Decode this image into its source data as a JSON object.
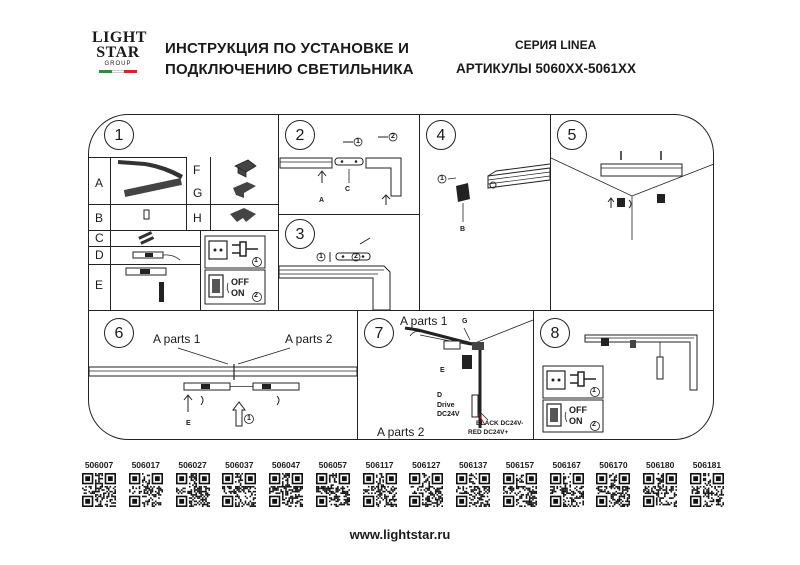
{
  "brand": {
    "line1": "LIGHT",
    "line2": "STAR",
    "line3": "GROUP",
    "flag_colors": [
      "#2e8b3a",
      "#ffffff",
      "#d22"
    ]
  },
  "header": {
    "title_line1": "ИНСТРУКЦИЯ ПО УСТАНОВКЕ И",
    "title_line2": "ПОДКЛЮЧЕНИЮ СВЕТИЛЬНИКА",
    "series": "СЕРИЯ LINEA",
    "articles": "АРТИКУЛЫ 5060XX-5061XX"
  },
  "steps": {
    "s1": {
      "num": "1",
      "rows": [
        "A",
        "B",
        "C",
        "D",
        "E"
      ],
      "rows_right": [
        "F",
        "G",
        "H"
      ],
      "off": "OFF",
      "on": "ON",
      "c1": "1",
      "c2": "2"
    },
    "s2": {
      "num": "2",
      "a": "A",
      "c": "C",
      "c1": "1",
      "c2": "2"
    },
    "s3": {
      "num": "3",
      "c1": "1",
      "c2": "2"
    },
    "s4": {
      "num": "4",
      "b": "B",
      "c1": "1"
    },
    "s5": {
      "num": "5"
    },
    "s6": {
      "num": "6",
      "parts1": "A parts 1",
      "parts2": "A parts 2",
      "e": "E",
      "c1": "1"
    },
    "s7": {
      "num": "7",
      "parts1": "A parts 1",
      "parts2": "A parts 2",
      "g": "G",
      "e": "E",
      "d": "D",
      "drive": "Drive",
      "dc": "DC24V",
      "black": "BLACK DC24V-",
      "red": "RED DC24V+"
    },
    "s8": {
      "num": "8",
      "off": "OFF",
      "on": "ON",
      "c1": "1",
      "c2": "2"
    }
  },
  "codes": [
    "506007",
    "506017",
    "506027",
    "506037",
    "506047",
    "506057",
    "506117",
    "506127",
    "506137",
    "506157",
    "506167",
    "506170",
    "506180",
    "506181"
  ],
  "footer": {
    "site": "www.lightstar.ru"
  }
}
